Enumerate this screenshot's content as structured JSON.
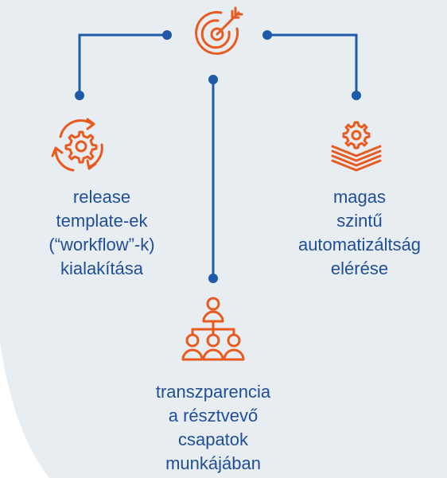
{
  "colors": {
    "background": "#e8edf2",
    "connector": "#1d5aa8",
    "icon": "#e85a1d",
    "text": "#1f4e99"
  },
  "icons": {
    "center": "target-arrow-icon",
    "left": "gear-cycle-icon",
    "right": "gear-stack-icon",
    "bottom": "org-team-icon"
  },
  "nodes": {
    "release": {
      "lines": [
        "release",
        "template-ek",
        "(“workflow”-k)",
        "kialakítása"
      ]
    },
    "automation": {
      "lines": [
        "magas",
        "szintű",
        "automatizáltság",
        "elérése"
      ]
    },
    "transparency": {
      "lines": [
        "transzparencia",
        "a résztvevő",
        "csapatok",
        "munkájában"
      ]
    }
  }
}
